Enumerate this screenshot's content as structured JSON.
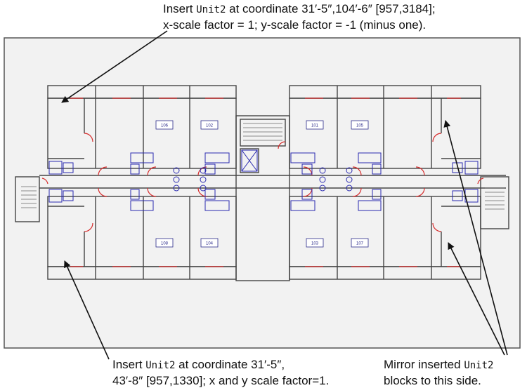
{
  "callouts": {
    "top": {
      "line1_pre": "Insert ",
      "line1_code": "Unit2",
      "line1_post": " at coordinate 31′-5″,104′-6″ [957,3184];",
      "line2": "x-scale factor = 1; y-scale factor = -1 (minus one)."
    },
    "bottom_left": {
      "line1_pre": "Insert ",
      "line1_code": "Unit2",
      "line1_post": " at coordinate 31′-5″,",
      "line2": "43′-8″ [957,1330]; x and y scale factor=1."
    },
    "bottom_right": {
      "line1_pre": "Mirror inserted ",
      "line1_code": "Unit2",
      "line2": "blocks to this side."
    }
  },
  "rooms": [
    {
      "id": "unit-106",
      "label": "106"
    },
    {
      "id": "unit-102",
      "label": "102"
    },
    {
      "id": "unit-101",
      "label": "101"
    },
    {
      "id": "unit-105",
      "label": "105"
    },
    {
      "id": "unit-108",
      "label": "108"
    },
    {
      "id": "unit-104",
      "label": "104"
    },
    {
      "id": "unit-103",
      "label": "103"
    },
    {
      "id": "unit-107",
      "label": "107"
    }
  ],
  "colors": {
    "wall": "#444444",
    "door": "#d62a2a",
    "fixture": "#2a2ab0",
    "frame": "#555555",
    "sheet": "#f2f2f2"
  }
}
